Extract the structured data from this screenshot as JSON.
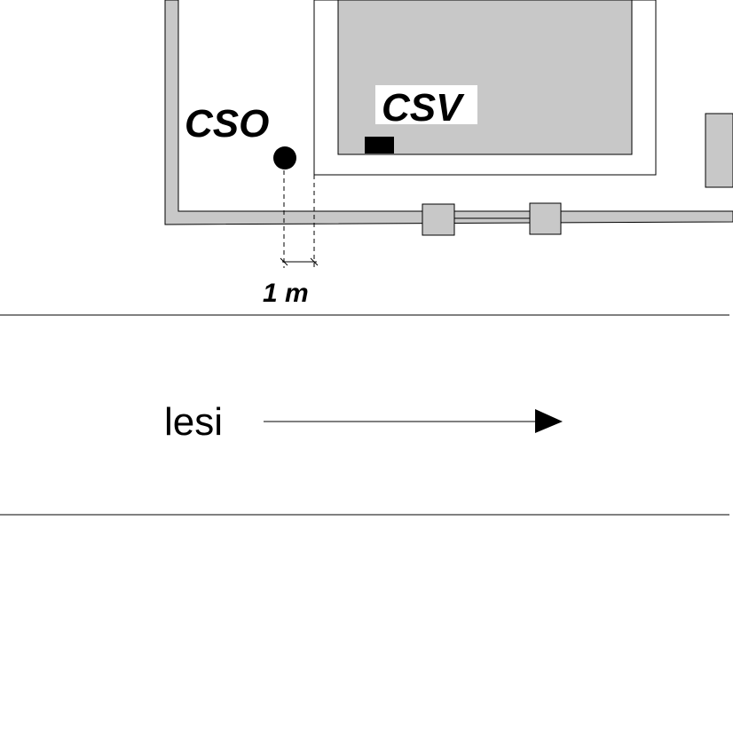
{
  "labels": {
    "cso": "CSO",
    "csv": "CSV",
    "scale": "1 m",
    "direction": "lesi"
  },
  "colors": {
    "wall_fill": "#c8c8c8",
    "outline": "#000000",
    "background": "#ffffff",
    "marker": "#000000"
  }
}
